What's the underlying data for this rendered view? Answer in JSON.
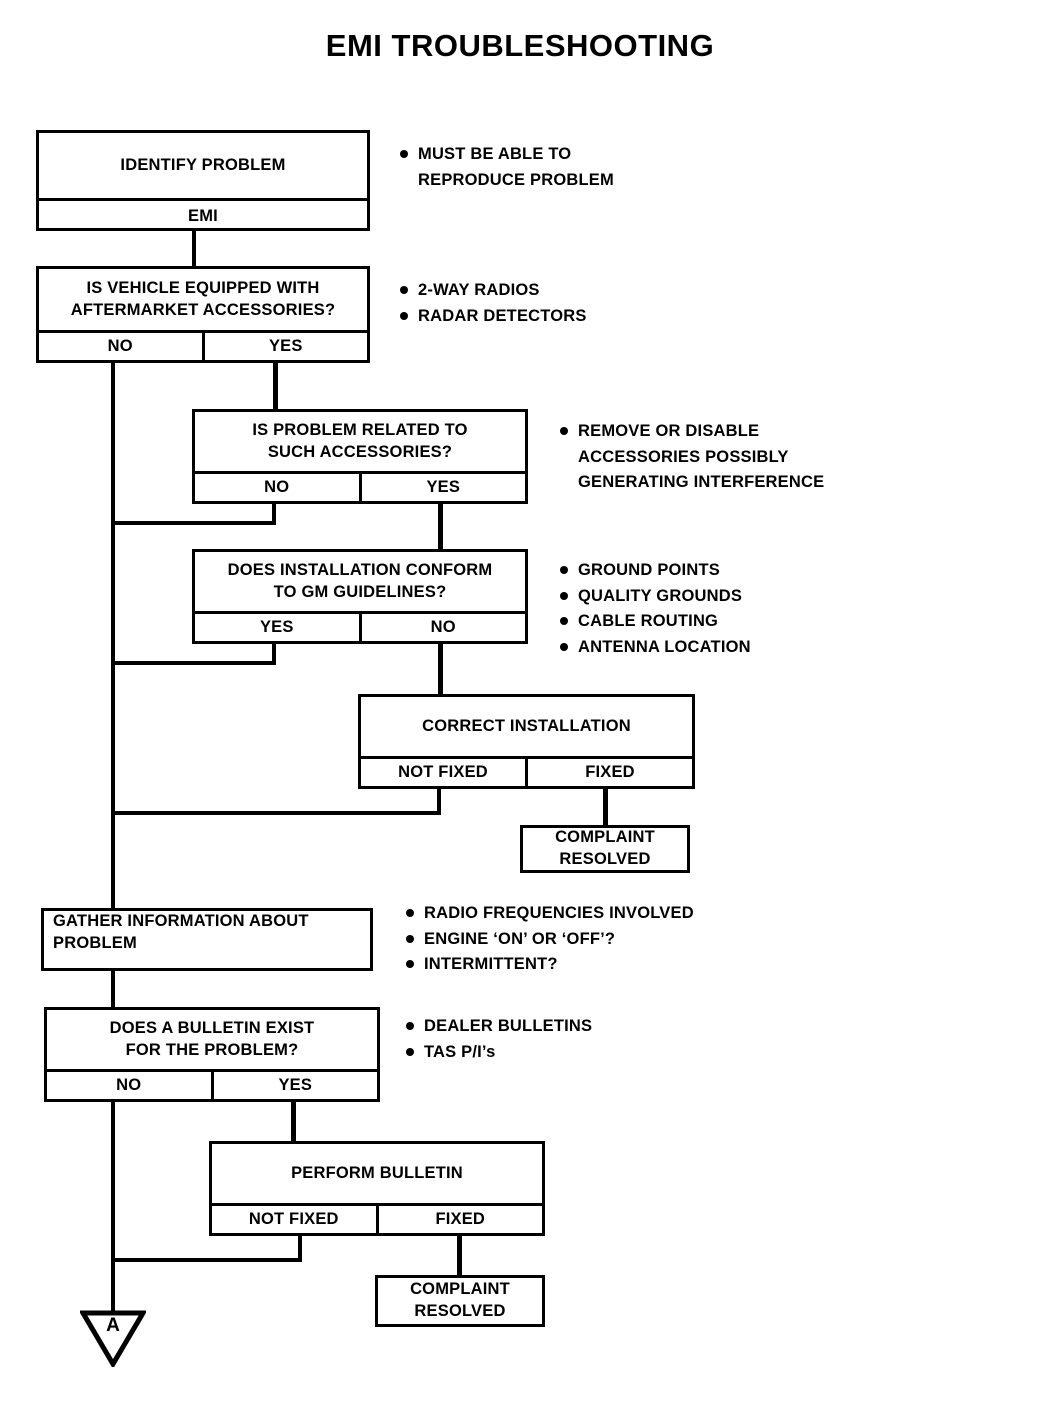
{
  "title": "EMI TROUBLESHOOTING",
  "nodes": {
    "identify_problem": {
      "head": "IDENTIFY PROBLEM",
      "sub": "EMI"
    },
    "aftermarket": {
      "head_line1": "IS VEHICLE EQUIPPED WITH",
      "head_line2": "AFTERMARKET ACCESSORIES?",
      "opt_no": "NO",
      "opt_yes": "YES"
    },
    "problem_related": {
      "head_line1": "IS PROBLEM RELATED TO",
      "head_line2": "SUCH ACCESSORIES?",
      "opt_no": "NO",
      "opt_yes": "YES"
    },
    "conform": {
      "head_line1": "DOES INSTALLATION CONFORM",
      "head_line2": "TO GM GUIDELINES?",
      "opt_yes": "YES",
      "opt_no": "NO"
    },
    "correct_installation": {
      "head": "CORRECT INSTALLATION",
      "opt_not_fixed": "NOT FIXED",
      "opt_fixed": "FIXED"
    },
    "complaint_resolved_1": {
      "line1": "COMPLAINT",
      "line2": "RESOLVED"
    },
    "gather_information": {
      "head_line1": "GATHER INFORMATION ABOUT",
      "head_line2": "PROBLEM"
    },
    "bulletin_exist": {
      "head_line1": "DOES A BULLETIN EXIST",
      "head_line2": "FOR THE PROBLEM?",
      "opt_no": "NO",
      "opt_yes": "YES"
    },
    "perform_bulletin": {
      "head": "PERFORM BULLETIN",
      "opt_not_fixed": "NOT FIXED",
      "opt_fixed": "FIXED"
    },
    "complaint_resolved_2": {
      "line1": "COMPLAINT",
      "line2": "RESOLVED"
    },
    "offpage_connector": {
      "label": "A"
    }
  },
  "notes": {
    "identify": [
      "MUST BE ABLE TO",
      "REPRODUCE PROBLEM"
    ],
    "aftermarket": [
      "2-WAY RADIOS",
      "RADAR DETECTORS"
    ],
    "problem_related": [
      "REMOVE OR DISABLE",
      "ACCESSORIES POSSIBLY",
      "GENERATING INTERFERENCE"
    ],
    "conform": [
      "GROUND POINTS",
      "QUALITY GROUNDS",
      "CABLE ROUTING",
      "ANTENNA LOCATION"
    ],
    "gather_information": [
      "RADIO FREQUENCIES INVOLVED",
      "ENGINE ‘ON’ OR ‘OFF’?",
      "INTERMITTENT?"
    ],
    "bulletin_exist": [
      "DEALER BULLETINS",
      "TAS P/I’s"
    ]
  },
  "colors": {
    "ink": "#000000",
    "paper": "#ffffff"
  }
}
